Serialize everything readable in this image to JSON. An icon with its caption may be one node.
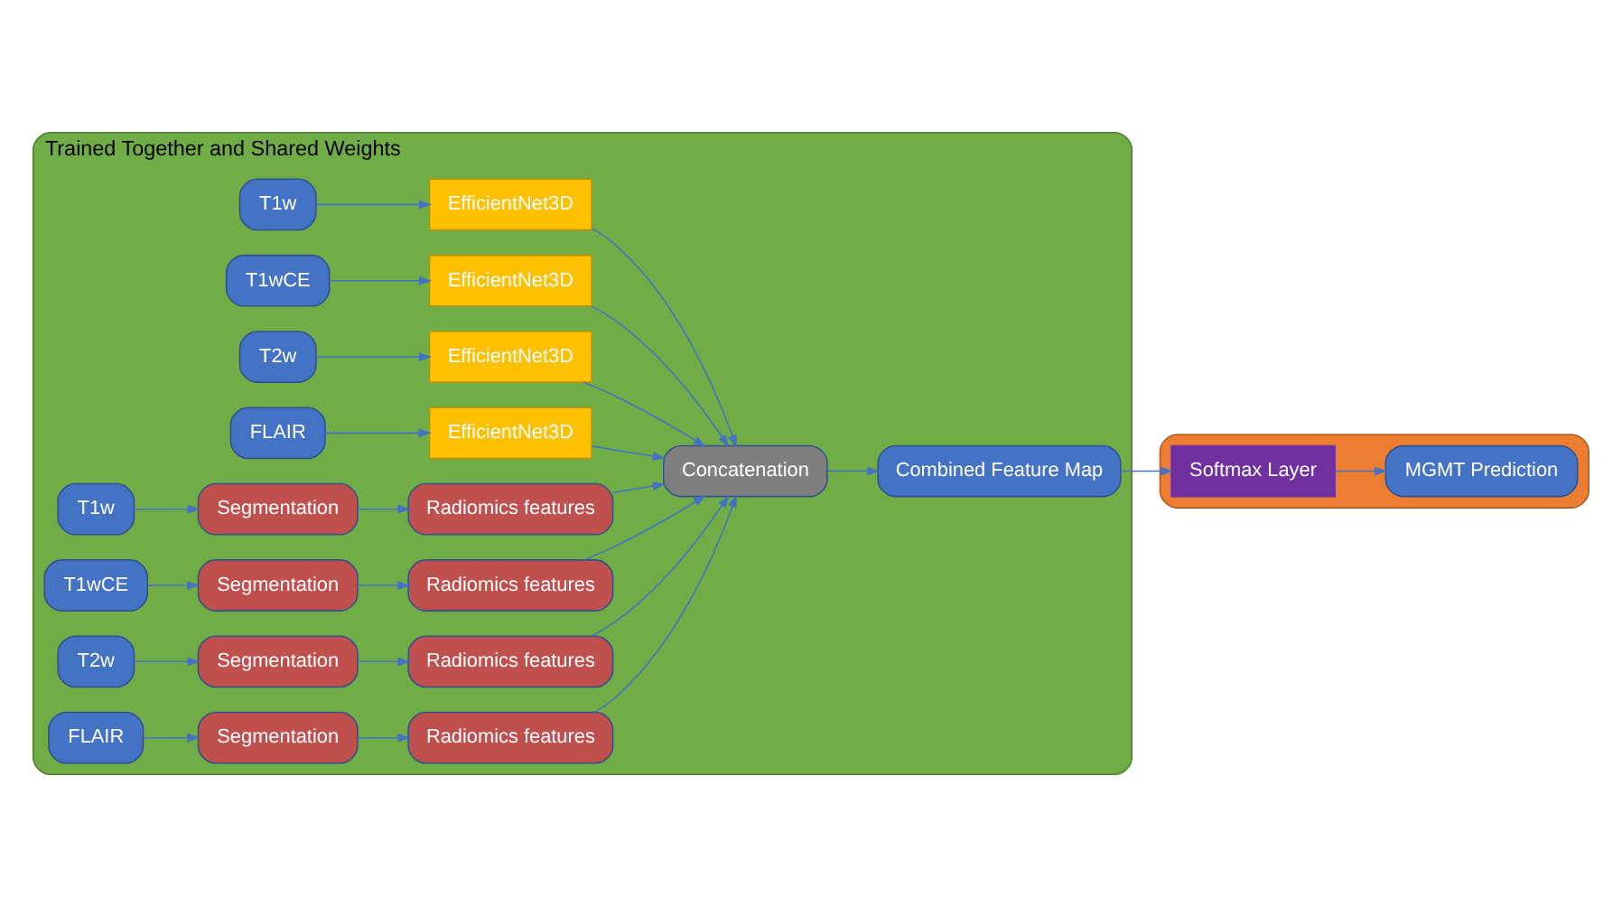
{
  "diagram": {
    "nodes": [
      {
        "text": [
          "Trained Together and Shared Weights"
        ]
      },
      {
        "text": [
          "T1w"
        ],
        "in": 0
      },
      {
        "text": [
          "T1wCE"
        ],
        "in": 0
      },
      {
        "text": [
          "T2w"
        ],
        "in": 0
      },
      {
        "text": [
          "FLAIR"
        ],
        "in": 0
      },
      {
        "text": [
          "EfficientNet3D"
        ],
        "in": 0
      },
      {
        "text": [
          "EfficientNet3D"
        ],
        "in": 0
      },
      {
        "text": [
          "EfficientNet3D"
        ],
        "in": 0
      },
      {
        "text": [
          "EfficientNet3D"
        ],
        "in": 0
      },
      {
        "text": [
          "T1w"
        ],
        "in": 0
      },
      {
        "text": [
          "T1wCE"
        ],
        "in": 0
      },
      {
        "text": [
          "T2w"
        ],
        "in": 0
      },
      {
        "text": [
          "FLAIR"
        ],
        "in": 0
      },
      {
        "text": [
          "Segmentation"
        ],
        "in": 0
      },
      {
        "text": [
          "Segmentation"
        ],
        "in": 0
      },
      {
        "text": [
          "Segmentation"
        ],
        "in": 0
      },
      {
        "text": [
          "Segmentation"
        ],
        "in": 0
      },
      {
        "text": [
          "Radiomics features"
        ],
        "in": 0
      },
      {
        "text": [
          "Radiomics features"
        ],
        "in": 0
      },
      {
        "text": [
          "Radiomics features"
        ],
        "in": 0
      },
      {
        "text": [
          "Radiomics features"
        ],
        "in": 0
      },
      {
        "text": [
          "Concatenation"
        ],
        "in": 0
      },
      {
        "text": [
          "Combined Feature Map"
        ],
        "in": 0
      },
      {
        "text": [],
        "shape": "box"
      },
      {
        "text": [
          "Softmax Layer"
        ],
        "in": 23
      },
      {
        "text": [
          "MGMT Prediction"
        ],
        "in": 23
      }
    ],
    "edges": [
      {
        "from": 1,
        "to": 5,
        "arrow": "to"
      },
      {
        "from": 2,
        "to": 6,
        "arrow": "to"
      },
      {
        "from": 3,
        "to": 7,
        "arrow": "to"
      },
      {
        "from": 4,
        "to": 8,
        "arrow": "to"
      },
      {
        "from": 5,
        "to": 21,
        "arrow": "to"
      },
      {
        "from": 6,
        "to": 21,
        "arrow": "to"
      },
      {
        "from": 7,
        "to": 21,
        "arrow": "to"
      },
      {
        "from": 8,
        "to": 21,
        "arrow": "to"
      },
      {
        "from": 9,
        "to": 13,
        "arrow": "to"
      },
      {
        "from": 10,
        "to": 14,
        "arrow": "to"
      },
      {
        "from": 11,
        "to": 15,
        "arrow": "to"
      },
      {
        "from": 12,
        "to": 16,
        "arrow": "to"
      },
      {
        "from": 13,
        "to": 17,
        "arrow": "to"
      },
      {
        "from": 14,
        "to": 18,
        "arrow": "to"
      },
      {
        "from": 15,
        "to": 19,
        "arrow": "to"
      },
      {
        "from": 16,
        "to": 20,
        "arrow": "to"
      },
      {
        "from": 17,
        "to": 21,
        "arrow": "to"
      },
      {
        "from": 18,
        "to": 21,
        "arrow": "to"
      },
      {
        "from": 19,
        "to": 21,
        "arrow": "to"
      },
      {
        "from": 20,
        "to": 21,
        "arrow": "to"
      },
      {
        "from": 21,
        "to": 22,
        "arrow": "to"
      },
      {
        "from": 22,
        "to": 24,
        "arrow": "to"
      },
      {
        "from": 24,
        "to": 25,
        "arrow": "to"
      }
    ]
  }
}
